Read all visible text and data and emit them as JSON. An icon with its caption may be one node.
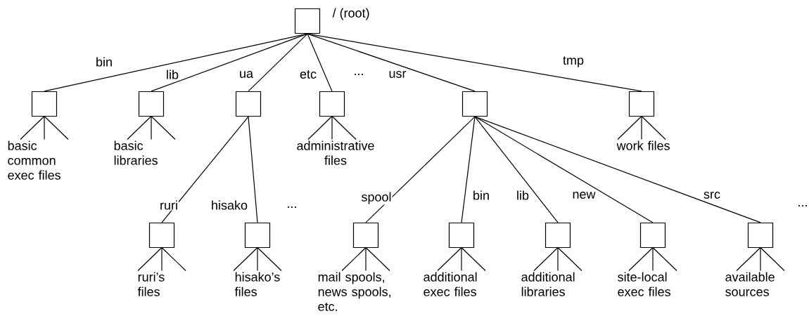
{
  "diagram": {
    "nodes": [
      {
        "text": [],
        "shape": "box",
        "beside": [
          "/ (root)"
        ]
      },
      {
        "text": [],
        "shape": "box",
        "beside": [
          "basic common exec files"
        ]
      },
      {
        "text": [],
        "shape": "box",
        "beside": [
          "basic libraries"
        ]
      },
      {
        "text": [],
        "shape": "box"
      },
      {
        "text": [],
        "shape": "box",
        "beside": [
          "administrative files"
        ]
      },
      {
        "text": [],
        "shape": "box"
      },
      {
        "text": [],
        "shape": "box",
        "beside": [
          "work files"
        ]
      },
      {
        "text": [],
        "shape": "box",
        "beside": [
          "ruri’s files"
        ]
      },
      {
        "text": [],
        "shape": "box",
        "beside": [
          "hisako’s files"
        ]
      },
      {
        "text": [],
        "shape": "box",
        "beside": [
          "mail spools, news spools, etc."
        ]
      },
      {
        "text": [],
        "shape": "box",
        "beside": [
          "additional exec files"
        ]
      },
      {
        "text": [],
        "shape": "box",
        "beside": [
          "additional libraries"
        ]
      },
      {
        "text": [],
        "shape": "box",
        "beside": [
          "site-local exec files"
        ]
      },
      {
        "text": [],
        "shape": "box",
        "beside": [
          "available sources"
        ]
      }
    ],
    "edges": [
      {
        "from": 0,
        "to": 1,
        "arrow": "none",
        "label": "bin"
      },
      {
        "from": 0,
        "to": 2,
        "arrow": "none",
        "label": "lib"
      },
      {
        "from": 0,
        "to": 3,
        "arrow": "none",
        "label": "ua"
      },
      {
        "from": 0,
        "to": 4,
        "arrow": "none",
        "label": "etc"
      },
      {
        "from": 0,
        "to": 5,
        "arrow": "none",
        "label": "usr"
      },
      {
        "from": 0,
        "to": 6,
        "arrow": "none",
        "label": "tmp"
      },
      {
        "from": 3,
        "to": 7,
        "arrow": "none",
        "label": "ruri"
      },
      {
        "from": 3,
        "to": 8,
        "arrow": "none",
        "label": "hisako"
      },
      {
        "from": 5,
        "to": 9,
        "arrow": "none",
        "label": "spool"
      },
      {
        "from": 5,
        "to": 10,
        "arrow": "none",
        "label": "bin"
      },
      {
        "from": 5,
        "to": 11,
        "arrow": "none",
        "label": "lib"
      },
      {
        "from": 5,
        "to": 12,
        "arrow": "none",
        "label": "new"
      },
      {
        "from": 5,
        "to": 13,
        "arrow": "none",
        "label": "src"
      }
    ],
    "labels": [
      "...",
      "...",
      "..."
    ]
  }
}
